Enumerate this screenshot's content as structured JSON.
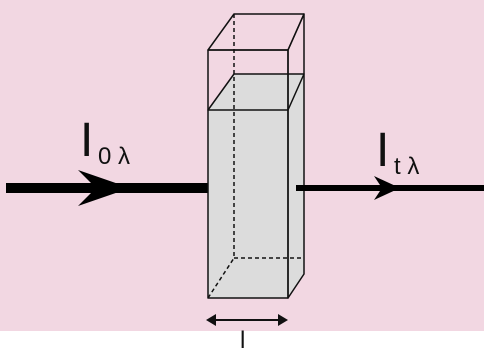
{
  "diagram": {
    "background_color": "#f2d7e2",
    "liquid_color": "#dcdcdc",
    "beam_color": "#000000",
    "cuvette_outline_color": "#111111",
    "incident_label": {
      "main": "I",
      "sub": "0 λ"
    },
    "transmitted_label": {
      "main": "I",
      "sub": "t λ"
    },
    "path_length_label": "l"
  }
}
